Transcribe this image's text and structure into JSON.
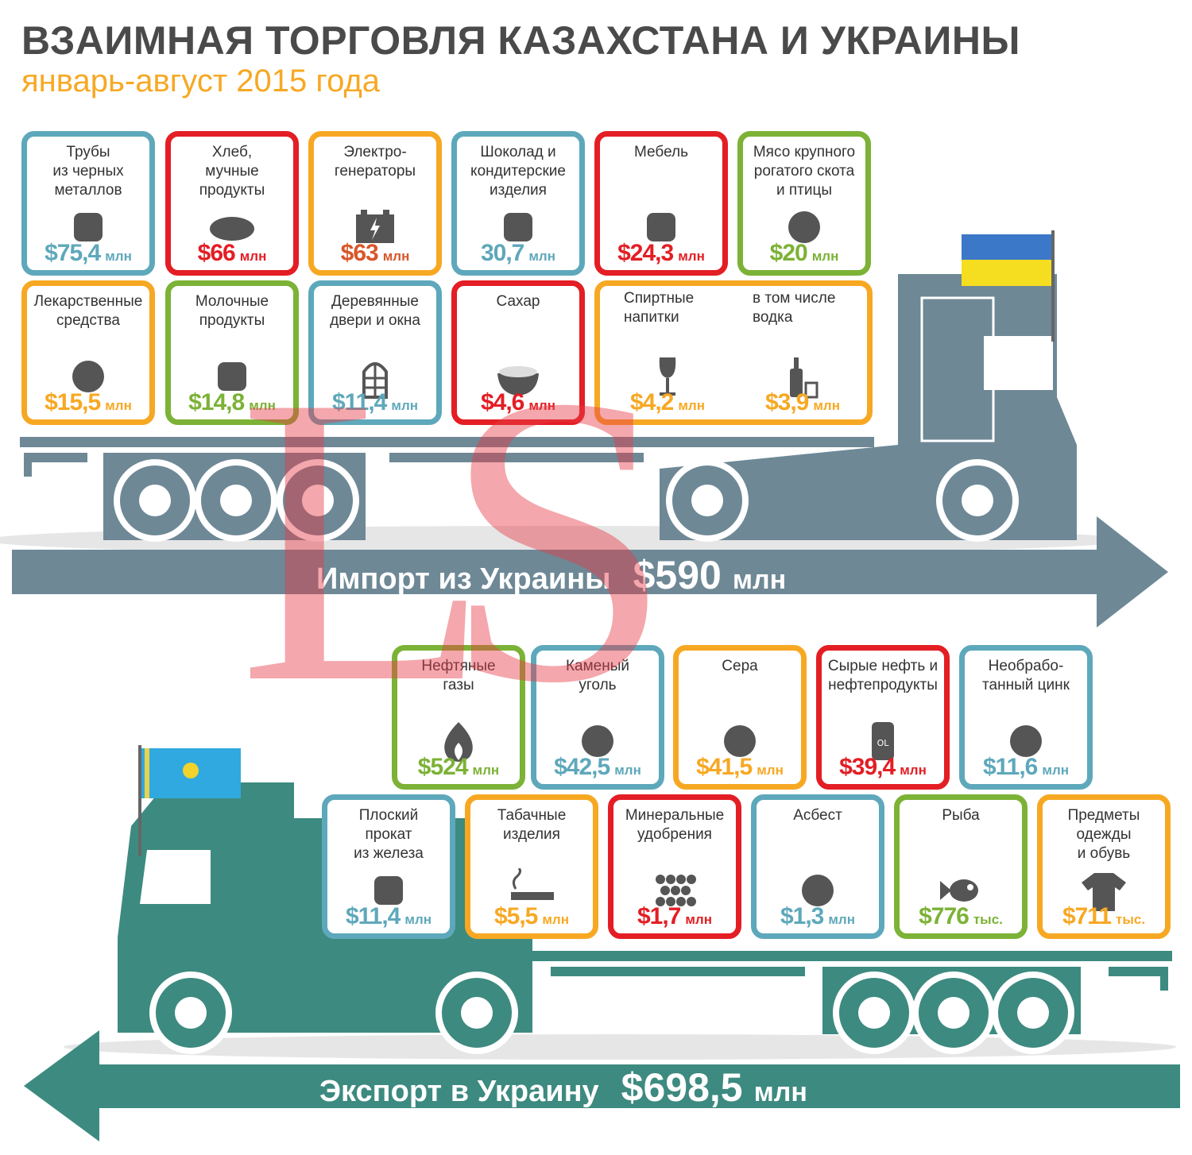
{
  "title": "ВЗАИМНАЯ ТОРГОВЛЯ КАЗАХСТАНА И УКРАИНЫ",
  "subtitle": "январь-август 2015 года",
  "colors": {
    "blue": "#5ea8bb",
    "red": "#e31e24",
    "orange": "#f7a823",
    "green": "#7cb236",
    "import_truck": "#6e8896",
    "export_truck": "#3d8a80"
  },
  "import": {
    "label": "Импорт из Украины",
    "value": "$590",
    "unit": "млн",
    "items": [
      {
        "label": "Трубы\nиз черных\nметаллов",
        "value": "$75,4",
        "unit": "млн",
        "color": "blue",
        "icon": "pipe-icon"
      },
      {
        "label": "Хлеб,\nмучные\nпродукты",
        "value": "$66",
        "unit": "млн",
        "color": "red",
        "icon": "bread-icon"
      },
      {
        "label": "Электро-\nгенераторы",
        "value": "$63",
        "unit": "млн",
        "color": "orange",
        "valcolor": "#d8562a",
        "icon": "battery-icon"
      },
      {
        "label": "Шоколад и\nкондитерские\nизделия",
        "value": "30,7",
        "unit": "млн",
        "color": "blue",
        "icon": "candy-icon"
      },
      {
        "label": "Мебель",
        "value": "$24,3",
        "unit": "млн",
        "color": "red",
        "icon": "armchair-icon"
      },
      {
        "label": "Мясо крупного\nрогатого скота\nи птицы",
        "value": "$20",
        "unit": "млн",
        "color": "green",
        "icon": "meat-icon"
      },
      {
        "label": "Лекарственные\nсредства",
        "value": "$15,5",
        "unit": "млн",
        "color": "orange",
        "icon": "pills-icon"
      },
      {
        "label": "Молочные\nпродукты",
        "value": "$14,8",
        "unit": "млн",
        "color": "green",
        "icon": "cow-icon"
      },
      {
        "label": "Деревянные\nдвери и окна",
        "value": "$11,4",
        "unit": "млн",
        "color": "blue",
        "icon": "window-icon"
      },
      {
        "label": "Сахар",
        "value": "$4,6",
        "unit": "млн",
        "color": "red",
        "icon": "sugar-bowl-icon"
      }
    ],
    "wide": {
      "color": "orange",
      "items": [
        {
          "label": "Спиртные\nнапитки",
          "value": "$4,2",
          "unit": "млн",
          "icon": "wine-glass-icon"
        },
        {
          "label": "в том числе\nводка",
          "value": "$3,9",
          "unit": "млн",
          "icon": "vodka-bottle-icon"
        }
      ]
    }
  },
  "export": {
    "label": "Экспорт в Украину",
    "value": "$698,5",
    "unit": "млн",
    "items": [
      {
        "label": "Нефтяные\nгазы",
        "value": "$524",
        "unit": "млн",
        "color": "green",
        "icon": "gas-flame-icon"
      },
      {
        "label": "Каменый\nуголь",
        "value": "$42,5",
        "unit": "млн",
        "color": "blue",
        "icon": "coal-icon"
      },
      {
        "label": "Сера",
        "value": "$41,5",
        "unit": "млн",
        "color": "orange",
        "icon": "sulfur-icon"
      },
      {
        "label": "Сырые нефть и\nнефтепродукты",
        "value": "$39,4",
        "unit": "млн",
        "color": "red",
        "icon": "oil-barrel-icon"
      },
      {
        "label": "Необрабо-\nтанный цинк",
        "value": "$11,6",
        "unit": "млн",
        "color": "blue",
        "icon": "zinc-icon"
      },
      {
        "label": "Плоский\nпрокат\nиз железа",
        "value": "$11,4",
        "unit": "млн",
        "color": "blue",
        "icon": "rolled-steel-icon"
      },
      {
        "label": "Табачные\nизделия",
        "value": "$5,5",
        "unit": "млн",
        "color": "orange",
        "icon": "cigarette-icon"
      },
      {
        "label": "Минеральные\nудобрения",
        "value": "$1,7",
        "unit": "млн",
        "color": "red",
        "icon": "fertilizer-icon"
      },
      {
        "label": "Асбест",
        "value": "$1,3",
        "unit": "млн",
        "color": "blue",
        "icon": "asbestos-icon"
      },
      {
        "label": "Рыба",
        "value": "$776",
        "unit": "тыс.",
        "color": "green",
        "icon": "fish-icon"
      },
      {
        "label": "Предметы\nодежды\nи обувь",
        "value": "$711",
        "unit": "тыс.",
        "color": "orange",
        "icon": "tshirt-icon"
      }
    ]
  },
  "watermark": "LS"
}
